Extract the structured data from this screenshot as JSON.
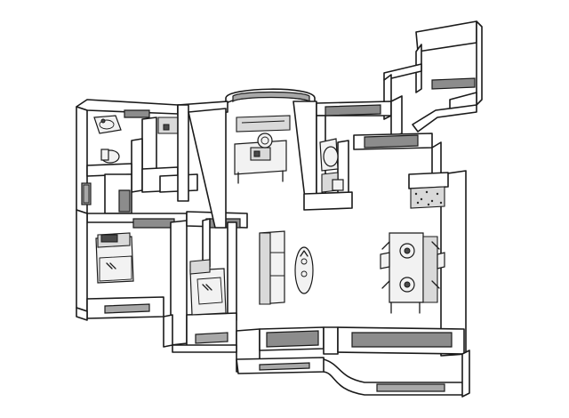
{
  "image": {
    "description_free": true
  },
  "colors": {
    "wall_fill": "#ffffff",
    "outline": "#1a1a1a",
    "window_dark": "#8c8c8c",
    "window_light": "#a8a8a8",
    "furniture": "#f2f2f2",
    "rug_speckle": "#4a4a4a"
  },
  "rooms": [
    "bathroom-top-left",
    "bedroom-left",
    "bedroom-middle",
    "kitchen-counter",
    "bathroom-center",
    "living-room",
    "dining-area",
    "balcony-top-right",
    "balcony-bottom"
  ]
}
